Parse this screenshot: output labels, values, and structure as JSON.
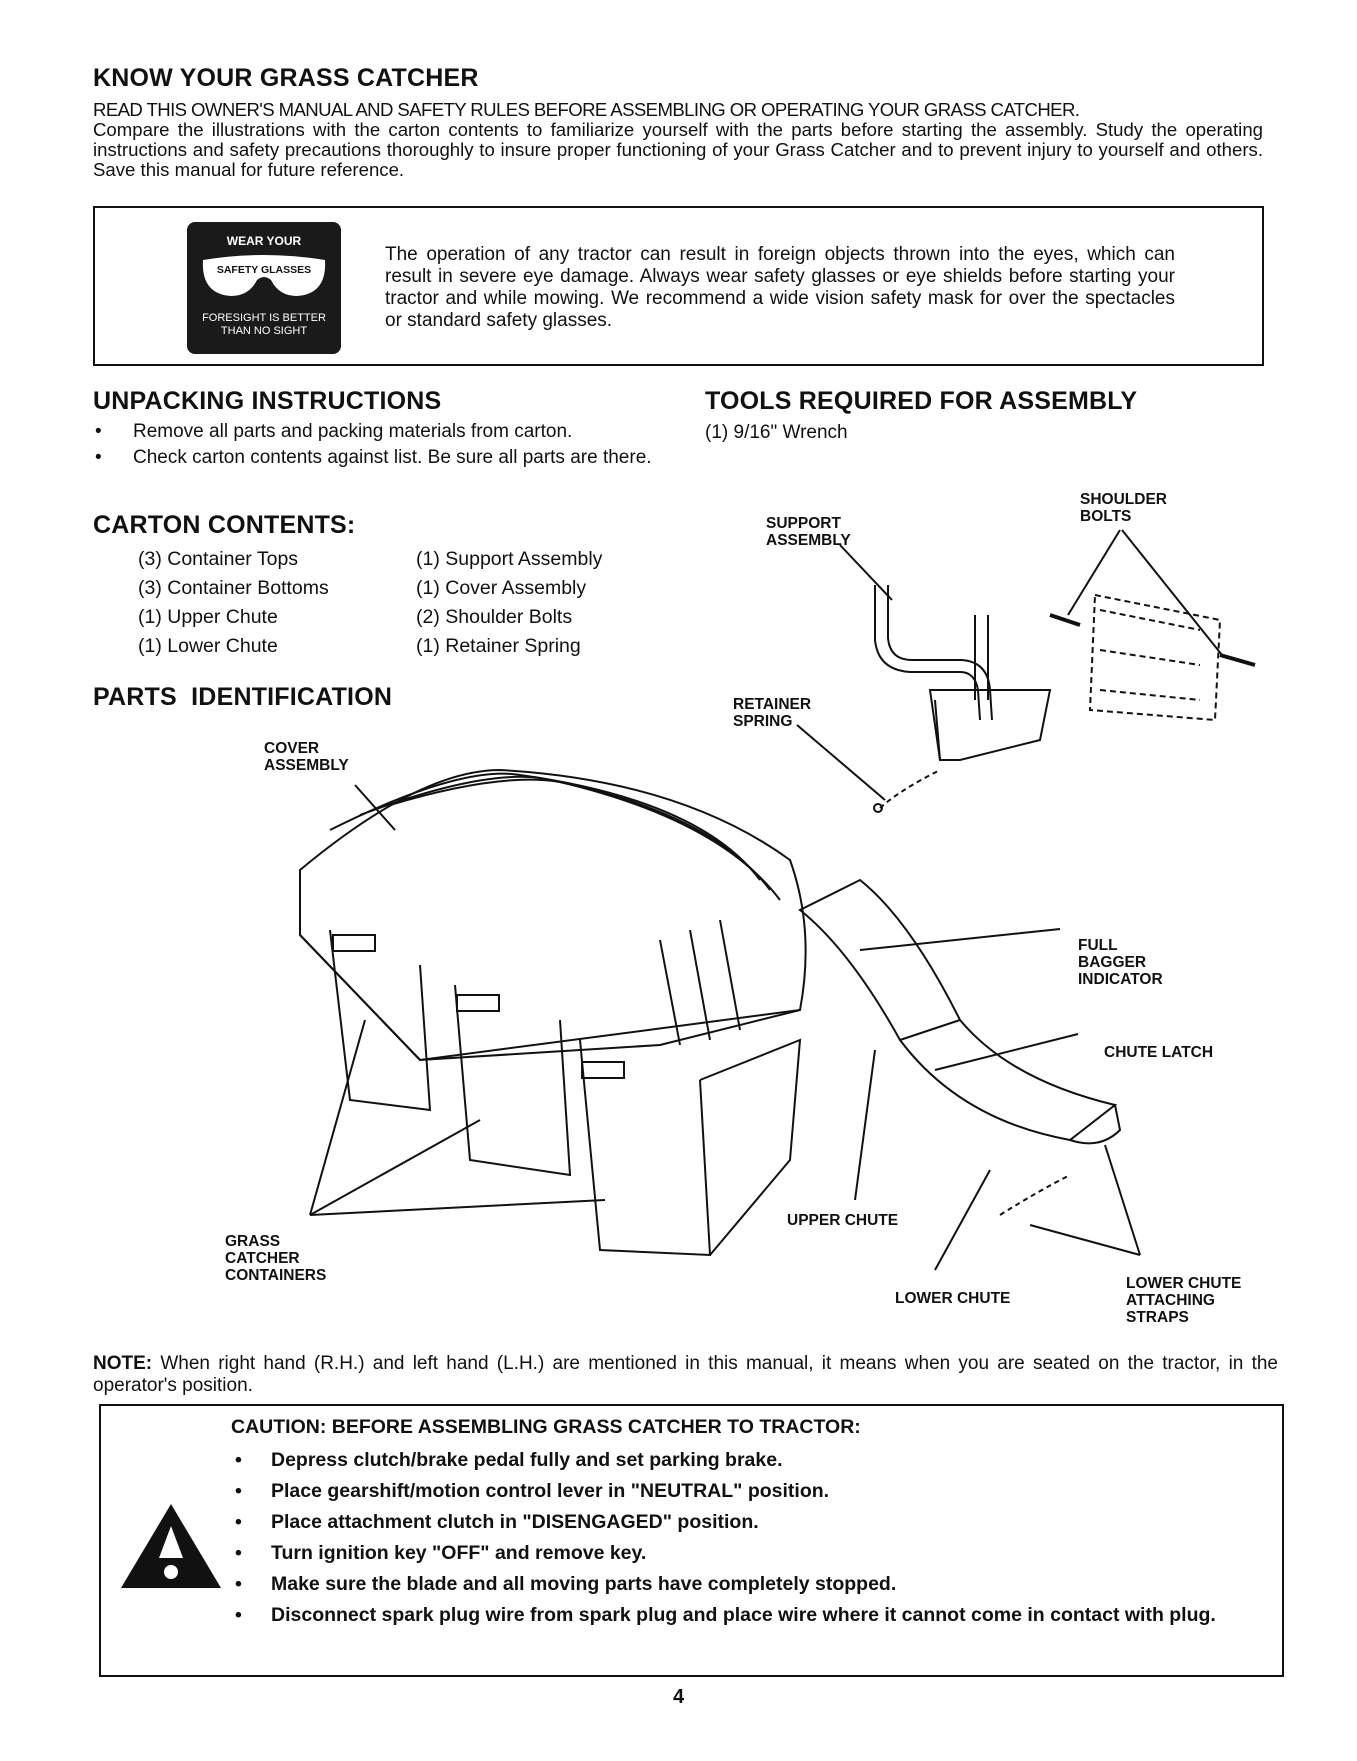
{
  "header": {
    "title": "KNOW YOUR GRASS CATCHER",
    "intro_caps": "READ THIS OWNER'S MANUAL AND SAFETY RULES BEFORE ASSEMBLING OR OPERATING YOUR GRASS CATCHER.",
    "intro_body": "Compare the illustrations with the carton contents to familiarize yourself with the parts before starting the assembly. Study the operating instructions and safety precautions thoroughly to insure proper functioning of your Grass Catcher and to prevent injury to yourself and others. Save this manual for future reference."
  },
  "safety_box": {
    "badge_top": "WEAR YOUR",
    "badge_mid": "SAFETY GLASSES",
    "badge_bottom_1": "FORESIGHT IS BETTER",
    "badge_bottom_2": "THAN NO SIGHT",
    "text": "The operation of any tractor can result in foreign objects thrown into the eyes, which can result in severe eye damage. Always wear safety glasses or eye shields before starting your tractor and while mowing. We recommend a wide vision safety mask for over the spectacles or standard safety glasses."
  },
  "unpacking": {
    "title": "UNPACKING INSTRUCTIONS",
    "items": [
      "Remove all parts and packing materials from carton.",
      "Check carton contents against list. Be sure all parts are there."
    ]
  },
  "tools": {
    "title": "TOOLS REQUIRED FOR ASSEMBLY",
    "item": "(1) 9/16\" Wrench"
  },
  "carton": {
    "title": "CARTON CONTENTS:",
    "col1": [
      "(3) Container Tops",
      "(3) Container Bottoms",
      "(1) Upper Chute",
      "(1) Lower Chute"
    ],
    "col2": [
      "(1) Support Assembly",
      "(1) Cover Assembly",
      "(2) Shoulder Bolts",
      "(1) Retainer Spring"
    ]
  },
  "parts": {
    "title": "PARTS  IDENTIFICATION",
    "labels": {
      "support_1": "SUPPORT",
      "support_2": "ASSEMBLY",
      "shoulder_1": "SHOULDER",
      "shoulder_2": "BOLTS",
      "retainer_1": "RETAINER",
      "retainer_2": "SPRING",
      "cover_1": "COVER",
      "cover_2": "ASSEMBLY",
      "full_1": "FULL",
      "full_2": "BAGGER",
      "full_3": "INDICATOR",
      "chute_latch": "CHUTE LATCH",
      "upper_chute": "UPPER CHUTE",
      "grass_1": "GRASS",
      "grass_2": "CATCHER",
      "grass_3": "CONTAINERS",
      "lower_chute": "LOWER CHUTE",
      "straps_1": "LOWER CHUTE",
      "straps_2": "ATTACHING",
      "straps_3": "STRAPS"
    }
  },
  "note": {
    "label": "NOTE:",
    "text": " When right hand (R.H.) and left hand (L.H.) are mentioned in this manual, it means when you are seated on the tractor, in the operator's position."
  },
  "caution": {
    "title": "CAUTION:  BEFORE ASSEMBLING GRASS CATCHER TO TRACTOR:",
    "items": [
      "Depress clutch/brake pedal fully and set parking brake.",
      "Place gearshift/motion control lever in \"NEUTRAL\" position.",
      "Place attachment clutch in \"DISENGAGED\" position.",
      "Turn ignition key \"OFF\" and remove key.",
      "Make sure the blade and all moving parts have completely stopped.",
      "Disconnect spark plug wire from spark plug and place wire where it cannot come in contact with plug."
    ]
  },
  "page_number": "4"
}
